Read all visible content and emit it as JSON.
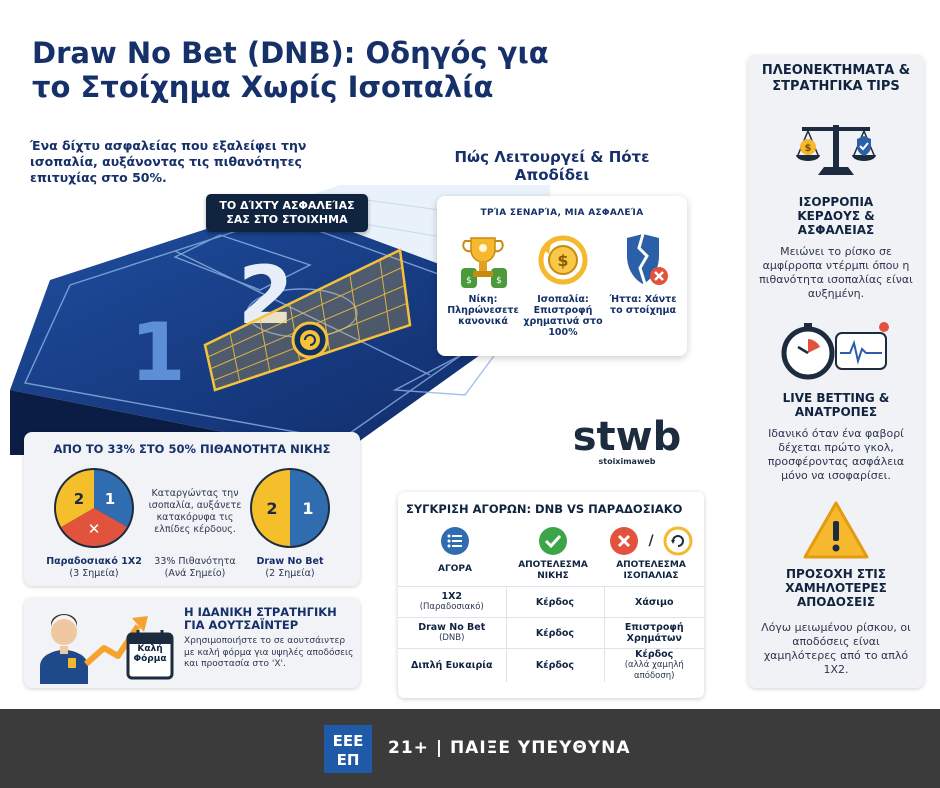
{
  "title": "Draw No Bet (DNB): Οδηγός για το Στοίχημα Χωρίς Ισοπαλία",
  "subtitle": "Ένα δίχτυ ασφαλείας που εξαλείφει την ισοπαλία, αυξάνοντας τις πιθανότητες επιτυχίας στο 50%.",
  "hero": {
    "badge": "ΤΟ ΔΊΧΤΥ ΑΣΦΑΛΕΊΑΣ ΣΑΣ ΣΤΟ ΣΤΟΙΧΗΜΑ",
    "num1": "1",
    "num2": "2"
  },
  "how": {
    "title": "Πώς Λειτουργεί & Πότε Αποδίδει",
    "subtitle": "ΤΡΊΑ ΣΕΝΑΡΊΑ, ΜΙΑ ΑΣΦΑΛΕΊΑ",
    "scenarios": [
      {
        "label": "Νίκη: Πληρώνεσετε κανονικά",
        "icon": "trophy-money-icon"
      },
      {
        "label": "Ισοπαλία: Επιστροφή χρηματινά στο 100%",
        "icon": "refund-icon"
      },
      {
        "label": "Ήττα: Χάντε το στοίχημα",
        "icon": "broken-shield-icon"
      }
    ]
  },
  "logo": {
    "main": "stwb",
    "sub": "stoiximaweb"
  },
  "tips": {
    "header": "ΠΛΕΟΝΕΚΤΗΜΑΤΑ & ΣΤΡΑΤΗΓΙΚΑ TIPS",
    "items": [
      {
        "title": "ΙΣΟΡΡΟΠΙΑ ΚΕΡΔΟΥΣ & ΑΣΦΑΛΕΙΑΣ",
        "text": "Μειώνει το ρίσκο σε αμφίρροπα ντέρμπι όπου η πιθανότητα ισοπαλίας είναι αυξημένη.",
        "icon": "balance-scale-icon"
      },
      {
        "title": "LIVE BETTING & ΑΝΑΤΡΟΠΕΣ",
        "text": "Ιδανικό όταν ένα φαβορί δέχεται πρώτο γκολ, προσφέροντας ασφάλεια μόνο να ισοφαρίσει.",
        "icon": "stopwatch-icon"
      },
      {
        "title": "ΠΡΟΣΟΧΗ ΣΤΙΣ ΧΑΜΗΛΟΤΕΡΕΣ ΑΠΟΔΟΣΕΙΣ",
        "text": "Λόγω μειωμένου ρίσκου, οι αποδόσεις είναι χαμηλότερες από το απλό 1Χ2.",
        "icon": "warning-icon"
      }
    ]
  },
  "pie": {
    "title": "ΑΠΟ ΤΟ 33% ΣΤΟ 50% ΠΙΘΑΝΟΤΗΤΑ ΝΙΚΗΣ",
    "middle_text": "Καταργώντας την ισοπαλία, αυξάνετε κατακόρυφα τις ελπίδες κέρδους.",
    "left_label": "Παραδοσιακό 1Χ2",
    "left_sub": "(3 Σημεία)",
    "mid_label": "33% Πιθανότητα",
    "mid_sub": "(Ανά Σημείο)",
    "right_label": "Draw No Bet",
    "right_sub": "(2 Σημεία)",
    "seg_2": "2",
    "seg_1": "1",
    "seg_x": "✕",
    "colors": {
      "blue": "#2f6db0",
      "yellow": "#f5bf2c",
      "red": "#e2533d"
    }
  },
  "strategy": {
    "title": "Η ΙΔΑΝΙΚΗ ΣΤΡΑΤΗΓΙΚΗ ΓΙΑ ΑΟΥΤΣΑΪΝΤΕΡ",
    "text": "Χρησιμοποιήστε το σε αουτσάιντερ με καλή φόρμα για υψηλές αποδόσεις και προστασία στο 'Χ'.",
    "calendar_label": "Καλή Φόρμα"
  },
  "comparison": {
    "title": "ΣΥΓΚΡΙΣΗ ΑΓΟΡΩΝ: DNB VS ΠΑΡΑΔΟΣΙΑΚΟ",
    "headers": [
      "ΑΓΟΡΑ",
      "ΑΠΟΤΕΛΕΣΜΑ ΝΙΚΗΣ",
      "ΑΠΟΤΕΛΕΣΜΑ ΙΣΟΠΑΛΙΑΣ"
    ],
    "rows": [
      {
        "market": "1Χ2",
        "market_sub": "(Παραδοσιακό)",
        "win": "Κέρδος",
        "draw": "Χάσιμο",
        "draw_sub": ""
      },
      {
        "market": "Draw No Bet",
        "market_sub": "(DNB)",
        "win": "Κέρδος",
        "draw": "Επιστροφή Χρημάτων",
        "draw_sub": ""
      },
      {
        "market": "Διπλή Ευκαιρία",
        "market_sub": "",
        "win": "Κέρδος",
        "draw": "Κέρδος",
        "draw_sub": "(αλλά χαμηλή απόδοση)"
      }
    ],
    "slash": "/"
  },
  "footer": {
    "text": "21+ | ΠΑΙΞΕ ΥΠΕΥΘΥΝΑ",
    "logo_top": "ΕΕΕ",
    "logo_bottom": "ΕΠ"
  }
}
